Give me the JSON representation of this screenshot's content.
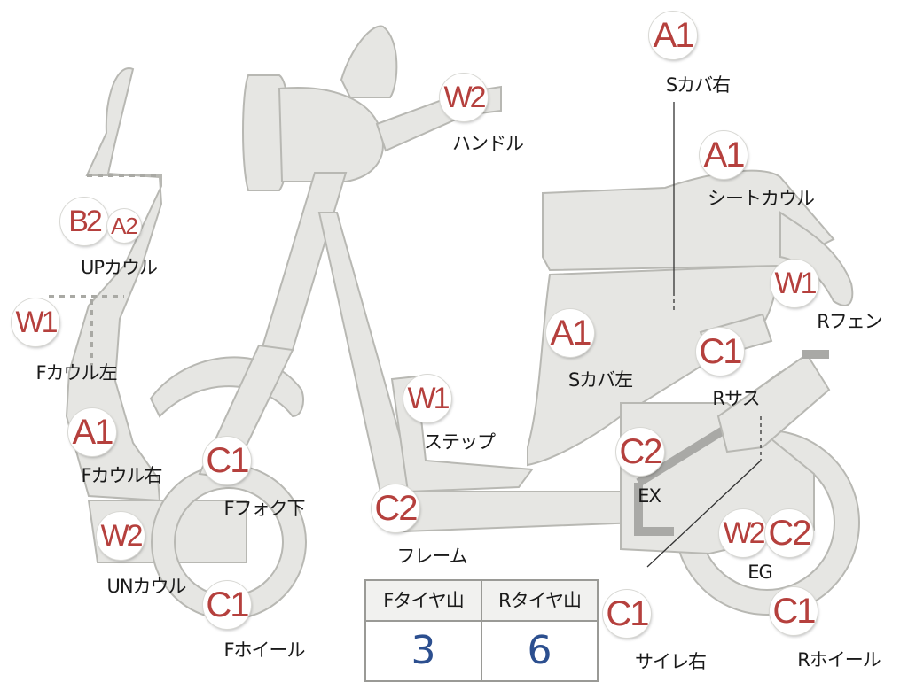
{
  "badges": [
    {
      "id": "a1-scover-r",
      "code": "A1"
    },
    {
      "id": "a1-seatcowl",
      "code": "A1"
    },
    {
      "id": "w2-handle",
      "code": "W2"
    },
    {
      "id": "b2-upcowl",
      "code": "B2"
    },
    {
      "id": "a2-upcowl",
      "code": "A2"
    },
    {
      "id": "w1-fcowl-l",
      "code": "W1"
    },
    {
      "id": "a1-fcowl-r",
      "code": "A1"
    },
    {
      "id": "c1-ffork",
      "code": "C1"
    },
    {
      "id": "w2-uncowl",
      "code": "W2"
    },
    {
      "id": "c1-fwheel",
      "code": "C1"
    },
    {
      "id": "w1-step",
      "code": "W1"
    },
    {
      "id": "a1-scover-l",
      "code": "A1"
    },
    {
      "id": "w1-rfender",
      "code": "W1"
    },
    {
      "id": "c1-rsus",
      "code": "C1"
    },
    {
      "id": "c2-ex",
      "code": "C2"
    },
    {
      "id": "c2-frame",
      "code": "C2"
    },
    {
      "id": "w2-eg",
      "code": "W2"
    },
    {
      "id": "c2-eg",
      "code": "C2"
    },
    {
      "id": "c1-sile",
      "code": "C1"
    },
    {
      "id": "c1-rwheel",
      "code": "C1"
    }
  ],
  "labels": {
    "scover_r": "Sカバ右",
    "seatcowl": "シートカウル",
    "handle": "ハンドル",
    "upcowl": "UPカウル",
    "fcowl_l": "Fカウル左",
    "fcowl_r": "Fカウル右",
    "ffork": "Fフォク下",
    "uncowl": "UNカウル",
    "fwheel": "Fホイール",
    "step": "ステップ",
    "scover_l": "Sカバ左",
    "rfender": "Rフェン",
    "rsus": "Rサス",
    "ex": "EX",
    "frame": "フレーム",
    "eg": "EG",
    "sile": "サイレ右",
    "rwheel": "Rホイール"
  },
  "tire_table": {
    "headers": [
      "Fタイヤ山",
      "Rタイヤ山"
    ],
    "values": [
      "3",
      "6"
    ]
  },
  "colors": {
    "badge_text": "#b5403d",
    "tire_value": "#2c4f8f",
    "part_fill": "#e6e6e3"
  }
}
